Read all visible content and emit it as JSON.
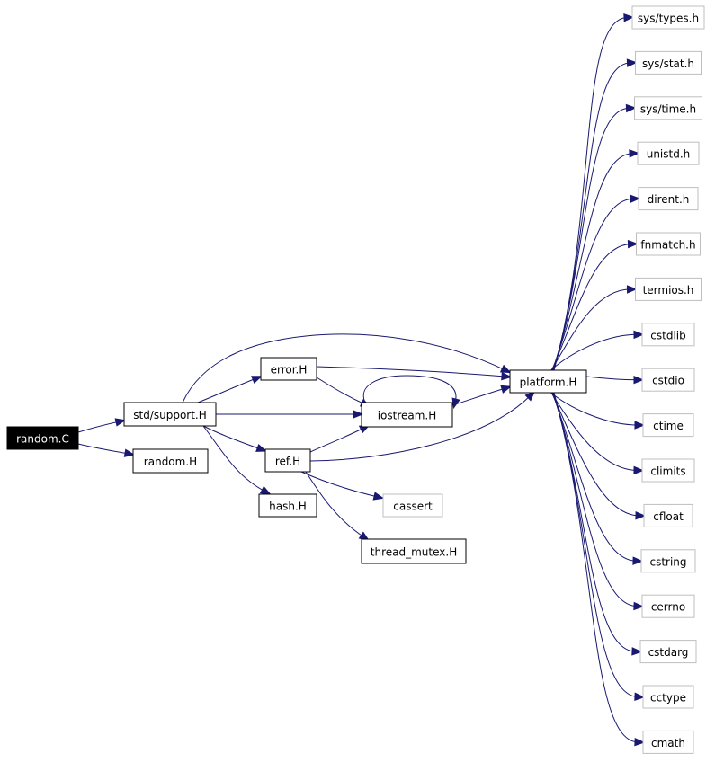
{
  "diagram": {
    "edge_color": "#191970",
    "root_fill": "#000000",
    "internal_border": "#000000",
    "external_border": "#bfbfbf",
    "nodes": [
      {
        "id": "random_c",
        "label": "random.C",
        "kind": "root"
      },
      {
        "id": "std_support_h",
        "label": "std/support.H",
        "kind": "internal"
      },
      {
        "id": "random_h",
        "label": "random.H",
        "kind": "internal"
      },
      {
        "id": "error_h",
        "label": "error.H",
        "kind": "internal"
      },
      {
        "id": "iostream_h",
        "label": "iostream.H",
        "kind": "internal"
      },
      {
        "id": "ref_h",
        "label": "ref.H",
        "kind": "internal"
      },
      {
        "id": "hash_h",
        "label": "hash.H",
        "kind": "internal"
      },
      {
        "id": "cassert",
        "label": "cassert",
        "kind": "external"
      },
      {
        "id": "thread_mutex_h",
        "label": "thread_mutex.H",
        "kind": "internal"
      },
      {
        "id": "platform_h",
        "label": "platform.H",
        "kind": "internal"
      },
      {
        "id": "sys_types_h",
        "label": "sys/types.h",
        "kind": "external"
      },
      {
        "id": "sys_stat_h",
        "label": "sys/stat.h",
        "kind": "external"
      },
      {
        "id": "sys_time_h",
        "label": "sys/time.h",
        "kind": "external"
      },
      {
        "id": "unistd_h",
        "label": "unistd.h",
        "kind": "external"
      },
      {
        "id": "dirent_h",
        "label": "dirent.h",
        "kind": "external"
      },
      {
        "id": "fnmatch_h",
        "label": "fnmatch.h",
        "kind": "external"
      },
      {
        "id": "termios_h",
        "label": "termios.h",
        "kind": "external"
      },
      {
        "id": "cstdlib",
        "label": "cstdlib",
        "kind": "external"
      },
      {
        "id": "cstdio",
        "label": "cstdio",
        "kind": "external"
      },
      {
        "id": "ctime",
        "label": "ctime",
        "kind": "external"
      },
      {
        "id": "climits",
        "label": "climits",
        "kind": "external"
      },
      {
        "id": "cfloat",
        "label": "cfloat",
        "kind": "external"
      },
      {
        "id": "cstring",
        "label": "cstring",
        "kind": "external"
      },
      {
        "id": "cerrno",
        "label": "cerrno",
        "kind": "external"
      },
      {
        "id": "cstdarg",
        "label": "cstdarg",
        "kind": "external"
      },
      {
        "id": "cctype",
        "label": "cctype",
        "kind": "external"
      },
      {
        "id": "cmath",
        "label": "cmath",
        "kind": "external"
      }
    ],
    "edges": [
      {
        "from": "random_c",
        "to": "std_support_h"
      },
      {
        "from": "random_c",
        "to": "random_h"
      },
      {
        "from": "std_support_h",
        "to": "error_h"
      },
      {
        "from": "std_support_h",
        "to": "iostream_h"
      },
      {
        "from": "std_support_h",
        "to": "ref_h"
      },
      {
        "from": "std_support_h",
        "to": "hash_h"
      },
      {
        "from": "std_support_h",
        "to": "platform_h"
      },
      {
        "from": "error_h",
        "to": "platform_h"
      },
      {
        "from": "error_h",
        "to": "iostream_h"
      },
      {
        "from": "iostream_h",
        "to": "iostream_h"
      },
      {
        "from": "iostream_h",
        "to": "platform_h"
      },
      {
        "from": "ref_h",
        "to": "iostream_h"
      },
      {
        "from": "ref_h",
        "to": "platform_h"
      },
      {
        "from": "ref_h",
        "to": "cassert"
      },
      {
        "from": "ref_h",
        "to": "thread_mutex_h"
      },
      {
        "from": "platform_h",
        "to": "sys_types_h"
      },
      {
        "from": "platform_h",
        "to": "sys_stat_h"
      },
      {
        "from": "platform_h",
        "to": "sys_time_h"
      },
      {
        "from": "platform_h",
        "to": "unistd_h"
      },
      {
        "from": "platform_h",
        "to": "dirent_h"
      },
      {
        "from": "platform_h",
        "to": "fnmatch_h"
      },
      {
        "from": "platform_h",
        "to": "termios_h"
      },
      {
        "from": "platform_h",
        "to": "cstdlib"
      },
      {
        "from": "platform_h",
        "to": "cstdio"
      },
      {
        "from": "platform_h",
        "to": "ctime"
      },
      {
        "from": "platform_h",
        "to": "climits"
      },
      {
        "from": "platform_h",
        "to": "cfloat"
      },
      {
        "from": "platform_h",
        "to": "cstring"
      },
      {
        "from": "platform_h",
        "to": "cerrno"
      },
      {
        "from": "platform_h",
        "to": "cstdarg"
      },
      {
        "from": "platform_h",
        "to": "cctype"
      },
      {
        "from": "platform_h",
        "to": "cmath"
      }
    ]
  }
}
